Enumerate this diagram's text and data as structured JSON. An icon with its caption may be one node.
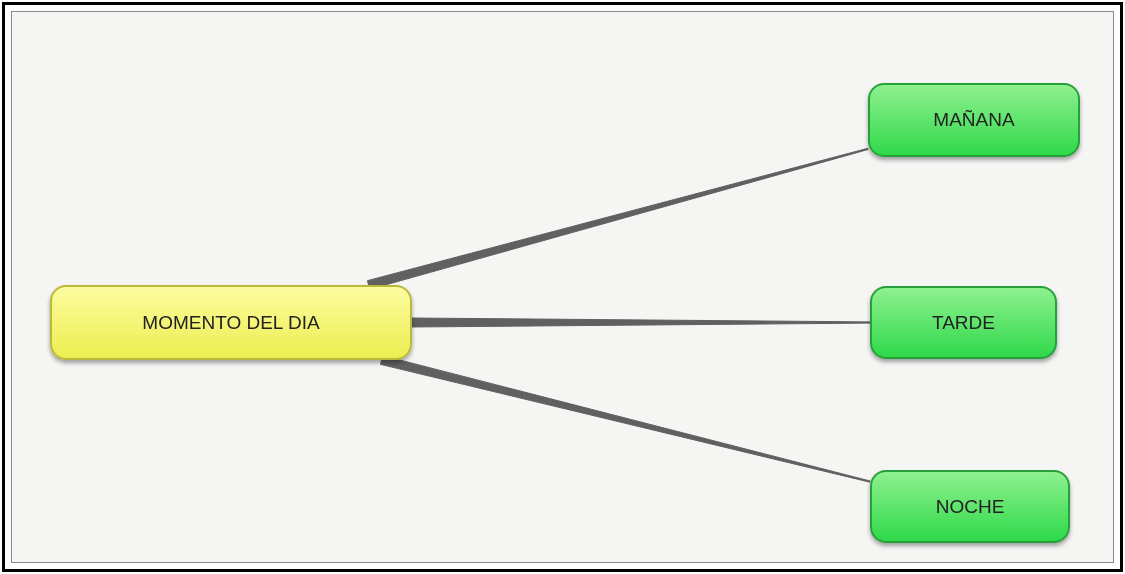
{
  "diagram": {
    "nodes": [
      {
        "text": [
          "MOMENTO DEL DIA"
        ]
      },
      {
        "text": [
          "MAÑANA"
        ]
      },
      {
        "text": [
          "TARDE"
        ]
      },
      {
        "text": [
          "NOCHE"
        ]
      }
    ],
    "edges": [
      {
        "from": 0,
        "to": 1,
        "arrow": "none"
      },
      {
        "from": 0,
        "to": 2,
        "arrow": "none"
      },
      {
        "from": 0,
        "to": 3,
        "arrow": "none"
      }
    ]
  }
}
